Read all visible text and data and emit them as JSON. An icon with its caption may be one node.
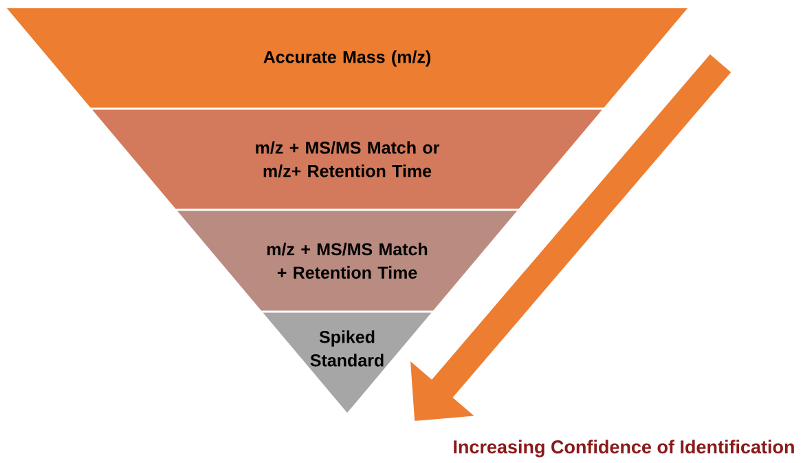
{
  "diagram": {
    "nodes": [
      {
        "text": [
          "Accurate Mass (m/z)"
        ]
      },
      {
        "text": [
          "m/z + MS/MS Match or m/z+ Retention Time"
        ]
      },
      {
        "text": [
          "m/z + MS/MS Match + Retention Time"
        ]
      },
      {
        "text": [
          "Spiked Standard"
        ]
      }
    ],
    "labels": [
      "Increasing Confidence of Identification"
    ]
  }
}
